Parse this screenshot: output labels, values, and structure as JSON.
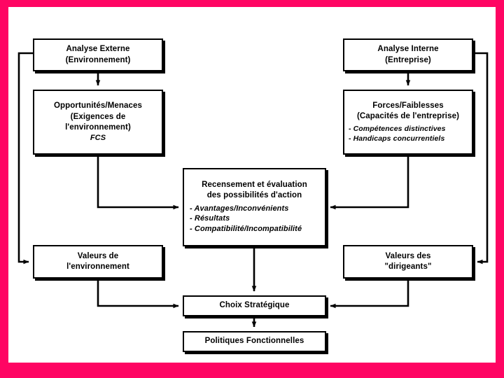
{
  "slide": {
    "background_color": "#FFFFFF",
    "frame_color": "#FF0563",
    "line_color": "#000000"
  },
  "diagram": {
    "title_implicit": "Modele d'analyse strategique",
    "type": "flowchart",
    "nodes": [
      {
        "id": "analyse-externe",
        "lines": [
          "Analyse Externe",
          "(Environnement)"
        ],
        "styles": [
          "bold",
          "bold"
        ]
      },
      {
        "id": "opportunites-menaces",
        "lines": [
          "Opportunités/Menaces",
          "(Exigences de",
          "l'environnement)",
          "FCS"
        ],
        "styles": [
          "bold",
          "bold",
          "bold",
          "italic"
        ]
      },
      {
        "id": "analyse-interne",
        "lines": [
          "Analyse Interne",
          "(Entreprise)"
        ],
        "styles": [
          "bold",
          "bold"
        ]
      },
      {
        "id": "forces-faiblesses",
        "title": "Forces/Faiblesses",
        "subtitle": "(Capacités de l'entreprise)",
        "bullets": [
          "- Compétences distinctives",
          "- Handicaps concurrentiels"
        ]
      },
      {
        "id": "recensement",
        "title_line1": "Recensement et évaluation",
        "title_line2": "des possibilités d'action",
        "bullets": [
          "- Avantages/Inconvénients",
          "- Résultats",
          "- Compatibilité/Incompatibilité"
        ]
      },
      {
        "id": "valeurs-environnement",
        "lines": [
          "Valeurs de",
          "l'environnement"
        ]
      },
      {
        "id": "valeurs-dirigeants",
        "lines": [
          "Valeurs des",
          "\"dirigeants\""
        ]
      },
      {
        "id": "choix-strategique",
        "lines": [
          "Choix Stratégique"
        ]
      },
      {
        "id": "politiques-fonctionnelles",
        "lines": [
          "Politiques Fonctionnelles"
        ]
      }
    ],
    "edges": [
      {
        "from": "analyse-externe",
        "to": "opportunites-menaces",
        "kind": "down-arrow"
      },
      {
        "from": "analyse-interne",
        "to": "forces-faiblesses",
        "kind": "down-arrow"
      },
      {
        "from": "opportunites-menaces",
        "to": "recensement",
        "kind": "elbow-right-arrow"
      },
      {
        "from": "forces-faiblesses",
        "to": "recensement",
        "kind": "elbow-left-arrow"
      },
      {
        "from": "recensement",
        "to": "choix-strategique",
        "kind": "down-arrow"
      },
      {
        "from": "valeurs-environnement",
        "to": "choix-strategique",
        "kind": "elbow-right-arrow"
      },
      {
        "from": "valeurs-dirigeants",
        "to": "choix-strategique",
        "kind": "elbow-left-arrow"
      },
      {
        "from": "choix-strategique",
        "to": "politiques-fonctionnelles",
        "kind": "down-arrow"
      },
      {
        "from": "analyse-externe",
        "to": "valeurs-environnement",
        "kind": "left-feedback-loop"
      },
      {
        "from": "analyse-interne",
        "to": "valeurs-dirigeants",
        "kind": "right-feedback-loop"
      }
    ]
  }
}
